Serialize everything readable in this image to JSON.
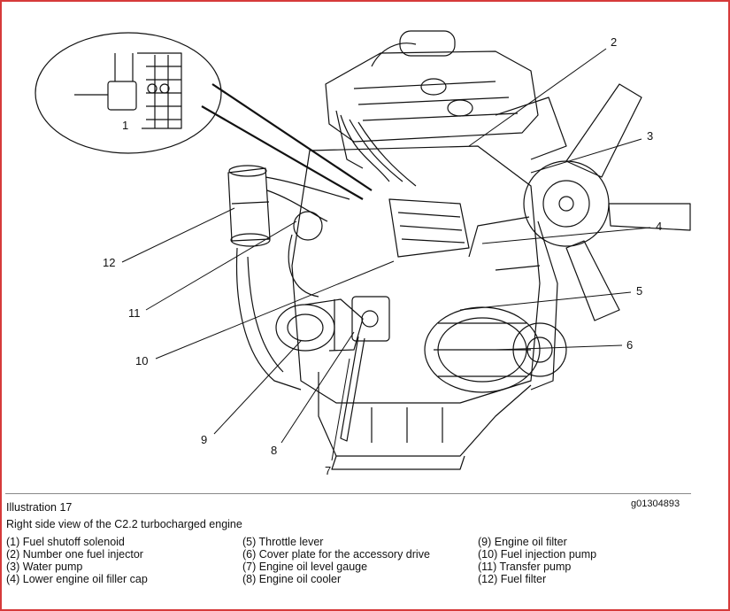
{
  "illustration": {
    "label": "Illustration 17",
    "ref_code": "g01304893",
    "caption": "Right side view of the C2.2 turbocharged engine"
  },
  "callouts": {
    "inset": "1",
    "c2": "2",
    "c3": "3",
    "c4": "4",
    "c5": "5",
    "c6": "6",
    "c7": "7",
    "c8": "8",
    "c9": "9",
    "c10": "10",
    "c11": "11",
    "c12": "12"
  },
  "legend": {
    "col1": [
      "(1) Fuel shutoff solenoid",
      "(2) Number one fuel injector",
      "(3) Water pump",
      "(4) Lower engine oil filler cap"
    ],
    "col2": [
      "(5) Throttle lever",
      "(6) Cover plate for the accessory drive",
      "(7) Engine oil level gauge",
      "(8) Engine oil cooler"
    ],
    "col3": [
      "(9) Engine oil filter",
      "(10) Fuel injection pump",
      "(11) Transfer pump",
      "(12) Fuel filter"
    ]
  },
  "colors": {
    "frame": "#d63a3a",
    "ink": "#111111"
  }
}
